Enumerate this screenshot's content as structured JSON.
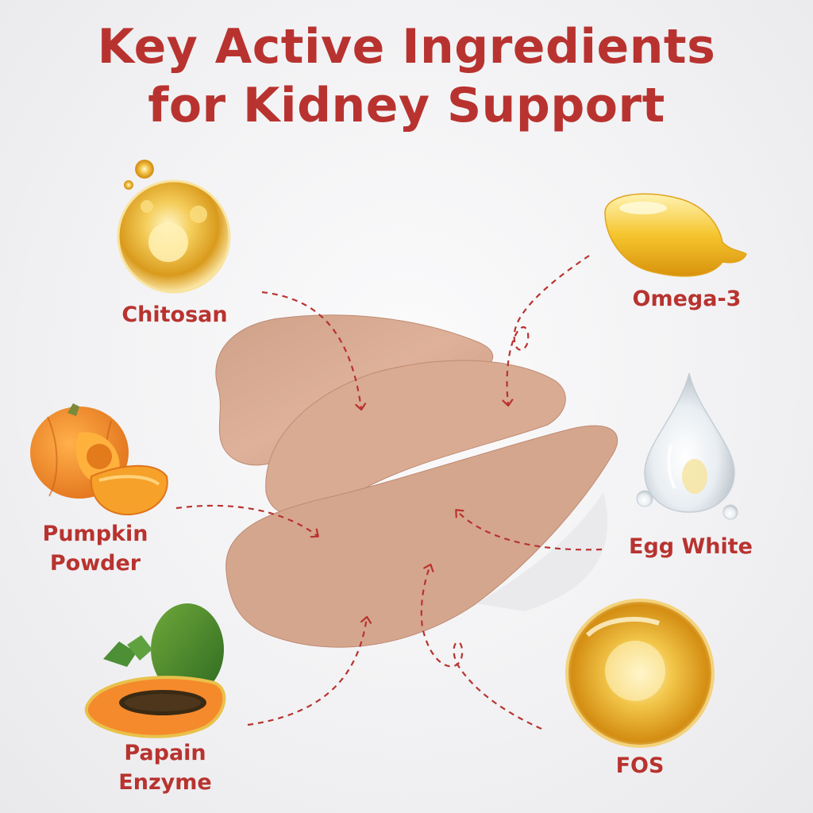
{
  "title": {
    "line1": "Key Active Ingredients",
    "line2": "for Kidney Support"
  },
  "ingredients": [
    {
      "label_line1": "Chitosan",
      "label_line2": "",
      "icon": "oil-droplet-sphere-icon"
    },
    {
      "label_line1": "Omega-3",
      "label_line2": "",
      "icon": "softgel-capsule-icon"
    },
    {
      "label_line1": "Pumpkin",
      "label_line2": "Powder",
      "icon": "pumpkin-icon"
    },
    {
      "label_line1": "Egg White",
      "label_line2": "",
      "icon": "water-drop-icon"
    },
    {
      "label_line1": "Papain",
      "label_line2": "Enzyme",
      "icon": "papaya-icon"
    },
    {
      "label_line1": "FOS",
      "label_line2": "",
      "icon": "golden-sphere-icon"
    }
  ],
  "colors": {
    "accent": "#b8332f",
    "paste": "#d7a890",
    "gold": "#e8b23a",
    "pumpkin": "#ef8a22"
  }
}
